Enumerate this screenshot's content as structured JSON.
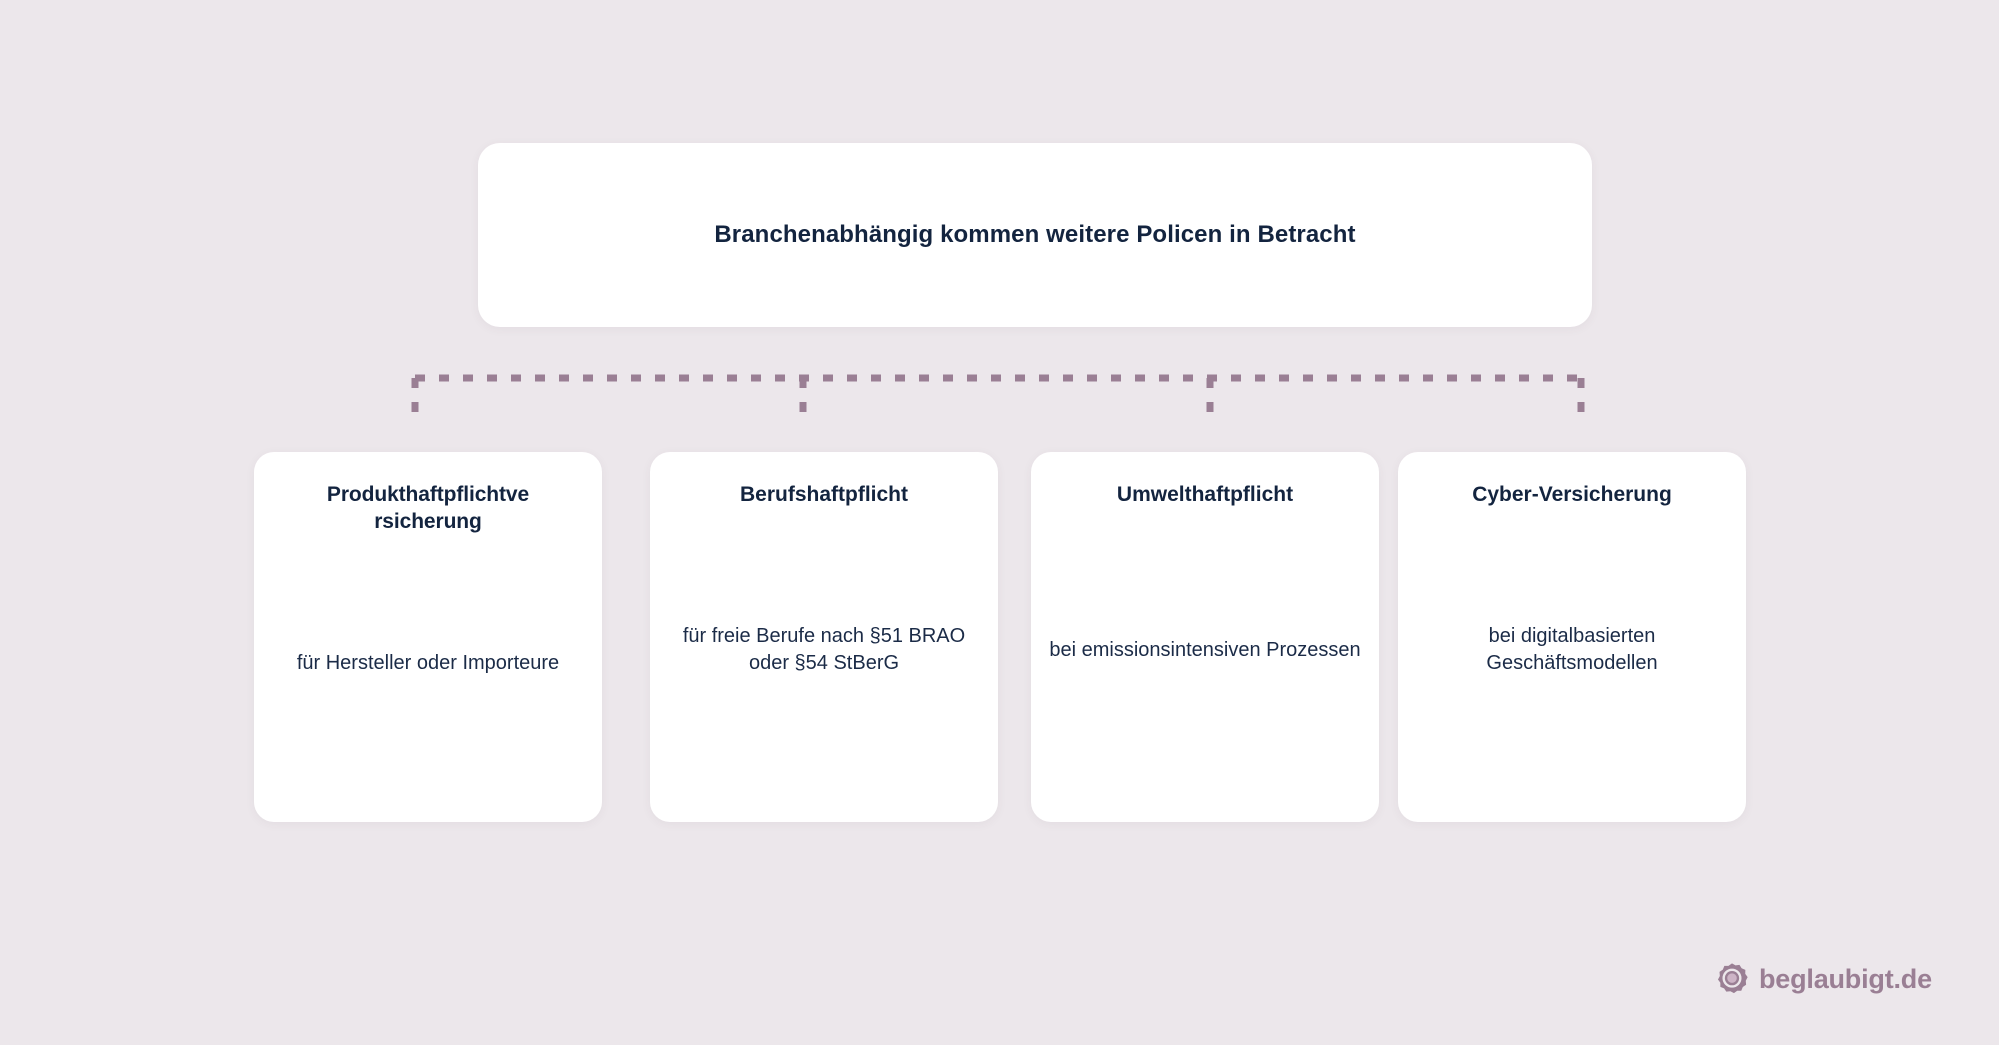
{
  "theme": {
    "background_color": "#ece7eb",
    "card_color": "#ffffff",
    "text_color": "#13243f",
    "connector_color": "#9a7f94",
    "brand_color": "#9a7f94"
  },
  "diagram": {
    "type": "tree",
    "root": {
      "title": "Branchenabhängig kommen weitere Policen in Betracht"
    },
    "nodes": [
      {
        "title": "Produkthaftpflichtve\nrsicherung",
        "description": "für Hersteller oder Importeure"
      },
      {
        "title": "Berufshaftpflicht",
        "description": "für freie Berufe nach §51 BRAO oder §54 StBerG"
      },
      {
        "title": "Umwelthaftpflicht",
        "description": "bei emissionsintensiven Prozessen"
      },
      {
        "title": "Cyber-Versicherung",
        "description": "bei digitalbasierten Geschäftsmodellen"
      }
    ]
  },
  "watermark": {
    "icon": "seal-icon",
    "label": "beglaubigt.de"
  }
}
